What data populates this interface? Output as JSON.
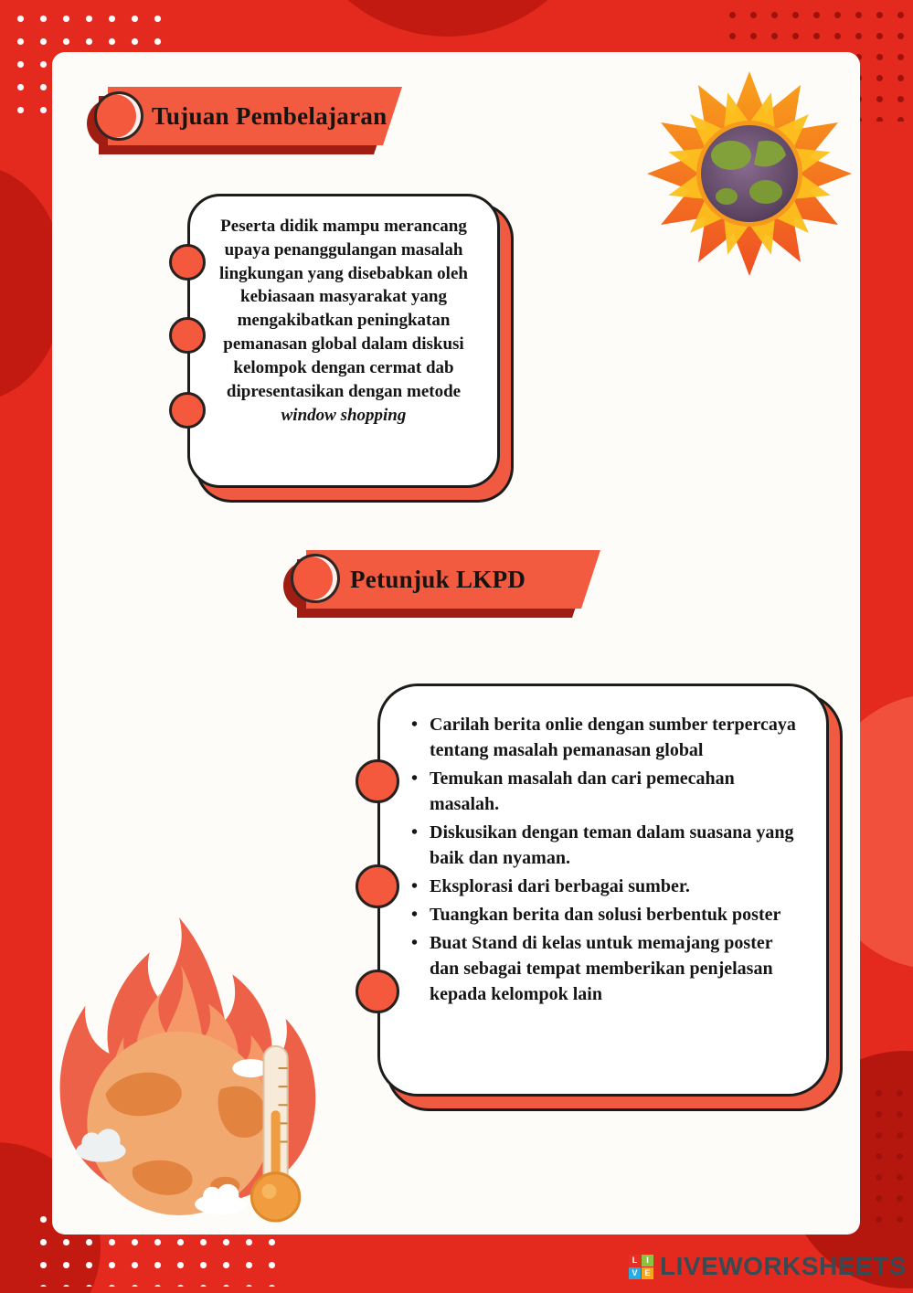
{
  "sections": {
    "objective": {
      "title": "Tujuan Pembelajaran",
      "text": "Peserta didik mampu merancang upaya penanggulangan masalah lingkungan yang disebabkan oleh kebiasaan masyarakat yang mengakibatkan peningkatan pemanasan global dalam diskusi kelompok dengan cermat dab dipresentasikan dengan metode ",
      "italic_text": "window shopping"
    },
    "instructions": {
      "title": "Petunjuk LKPD",
      "items": [
        "Carilah berita onlie dengan sumber terpercaya tentang masalah pemanasan global",
        "Temukan masalah dan cari pemecahan masalah.",
        "Diskusikan dengan teman dalam suasana yang baik dan nyaman.",
        "Eksplorasi dari berbagai sumber.",
        "Tuangkan berita dan solusi berbentuk poster",
        "Buat Stand di kelas untuk memajang poster dan sebagai tempat memberikan penjelasan kepada kelompok lain"
      ]
    }
  },
  "illustrations": {
    "top_right": "burning-sun-earth",
    "bottom_left": "burning-earth-with-thermometer"
  },
  "footer": {
    "brand": "LIVEWORKSHEETS",
    "logo_letters": [
      "L",
      "I",
      "V",
      "E"
    ]
  },
  "colors": {
    "background_red": "#e42a1e",
    "accent_orange": "#f25b40",
    "banner_shadow": "#9f1d12",
    "box_shadow": "#ef5a41",
    "dark_red_blob": "#b5170e",
    "text": "#151515"
  }
}
